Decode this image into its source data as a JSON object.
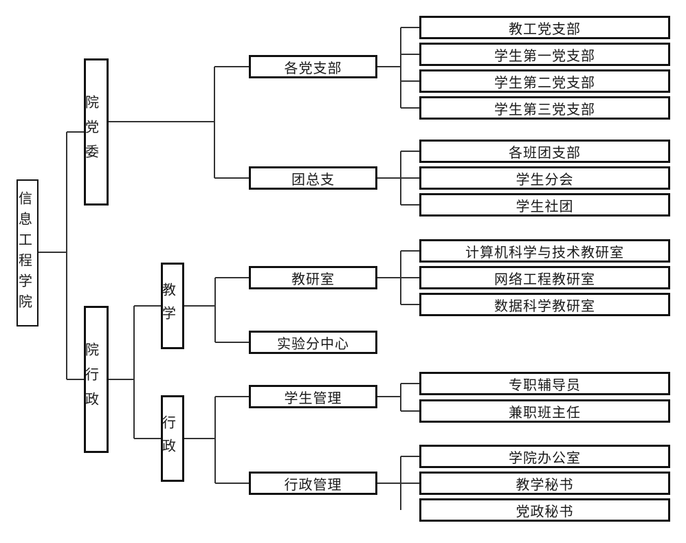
{
  "colors": {
    "background": "#ffffff",
    "box_border": "#111111",
    "connector_line": "#333333",
    "text": "#1a1a1a"
  },
  "org": {
    "root_label": "信息工程学院",
    "branches": [
      {
        "label": "院党委",
        "children": [
          {
            "label": "各党支部",
            "children": [
              {
                "label": "教工党支部"
              },
              {
                "label": "学生第一党支部"
              },
              {
                "label": "学生第二党支部"
              },
              {
                "label": "学生第三党支部"
              }
            ]
          },
          {
            "label": "团总支",
            "children": [
              {
                "label": "各班团支部"
              },
              {
                "label": "学生分会"
              },
              {
                "label": "学生社团"
              }
            ]
          }
        ]
      },
      {
        "label": "院行政",
        "children": [
          {
            "label": "教学",
            "children": [
              {
                "label": "教研室",
                "children": [
                  {
                    "label": "计算机科学与技术教研室"
                  },
                  {
                    "label": "网络工程教研室"
                  },
                  {
                    "label": "数据科学教研室"
                  }
                ]
              },
              {
                "label": "实验分中心",
                "children": []
              }
            ]
          },
          {
            "label": "行政",
            "children": [
              {
                "label": "学生管理",
                "children": [
                  {
                    "label": "专职辅导员"
                  },
                  {
                    "label": "兼职班主任"
                  }
                ]
              },
              {
                "label": "行政管理",
                "children": [
                  {
                    "label": "学院办公室"
                  },
                  {
                    "label": "教学秘书"
                  },
                  {
                    "label": "党政秘书"
                  }
                ]
              }
            ]
          }
        ]
      }
    ]
  }
}
